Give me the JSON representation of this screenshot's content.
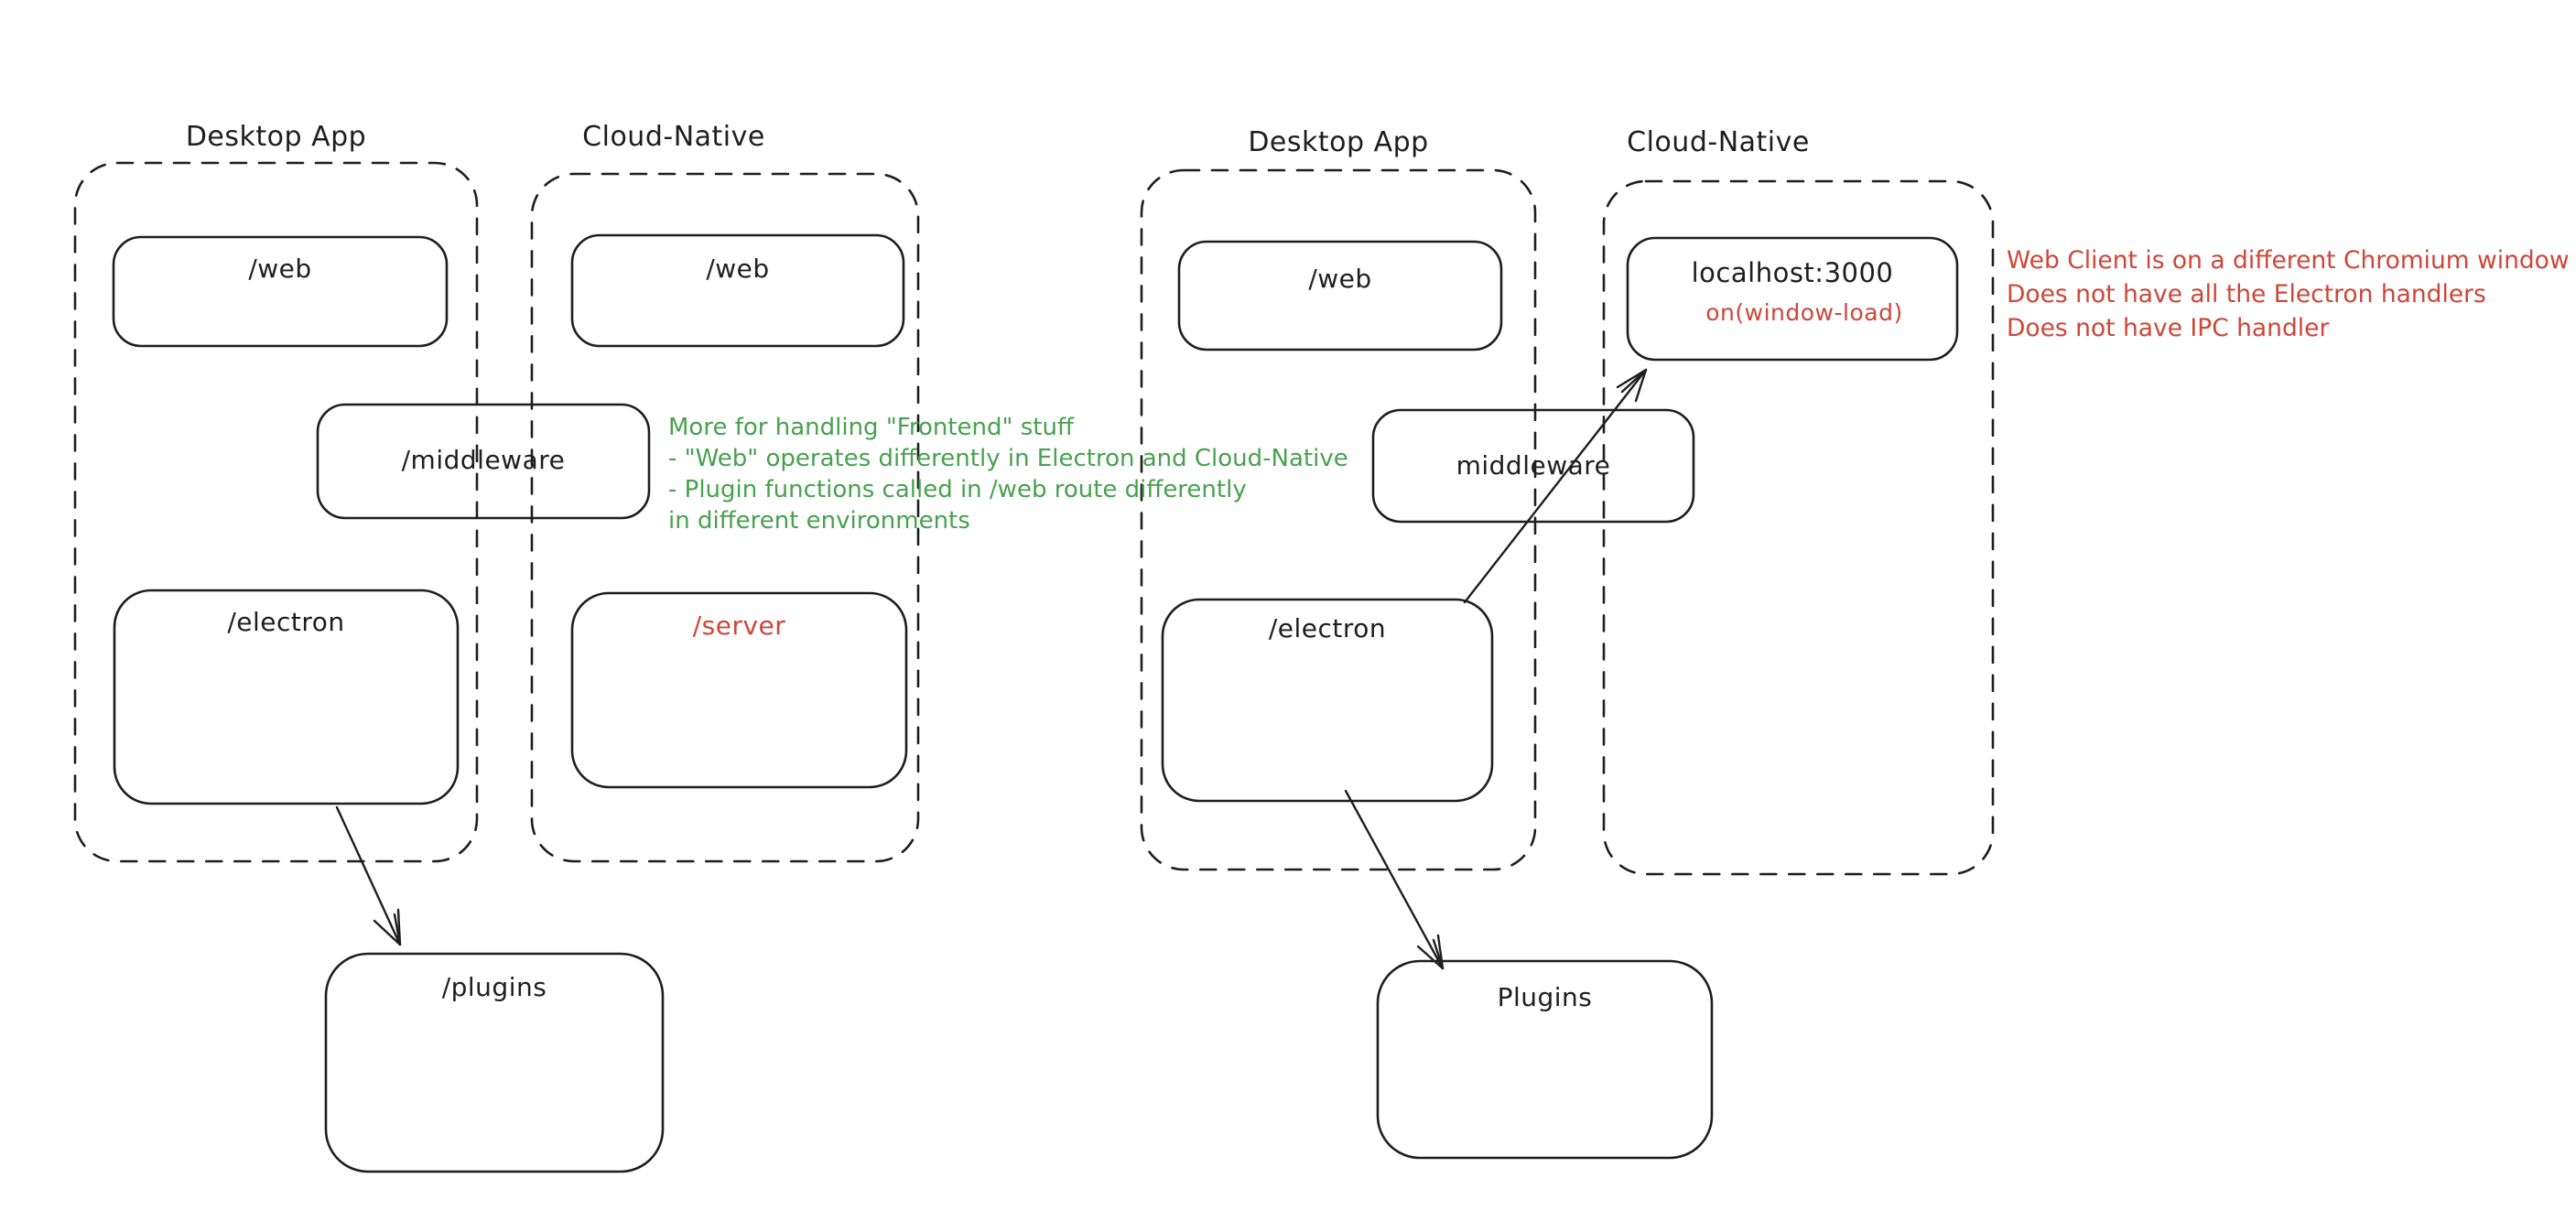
{
  "colors": {
    "stroke": "#1e1e1e",
    "red": "#cf4539",
    "green": "#47a14f",
    "background": "#ffffff"
  },
  "left_diagram": {
    "desktop_label": "Desktop App",
    "cloud_label": "Cloud-Native",
    "web_desktop": "/web",
    "web_cloud": "/web",
    "middleware": "/middleware",
    "electron": "/electron",
    "server": "/server",
    "plugins": "/plugins"
  },
  "right_diagram": {
    "desktop_label": "Desktop App",
    "cloud_label": "Cloud-Native",
    "web": "/web",
    "localhost": "localhost:3000",
    "on_window_load": "on(window-load)",
    "middleware": "middleware",
    "electron": "/electron",
    "plugins": "Plugins"
  },
  "green_note": {
    "lines": [
      "More for handling \"Frontend\" stuff",
      "- \"Web\" operates differently in Electron and Cloud-Native",
      "- Plugin functions called in /web route differently",
      "in different environments"
    ]
  },
  "red_note": {
    "lines": [
      "Web Client is on a different Chromium window",
      "Does not have all the Electron handlers",
      "Does not have IPC handler"
    ]
  }
}
